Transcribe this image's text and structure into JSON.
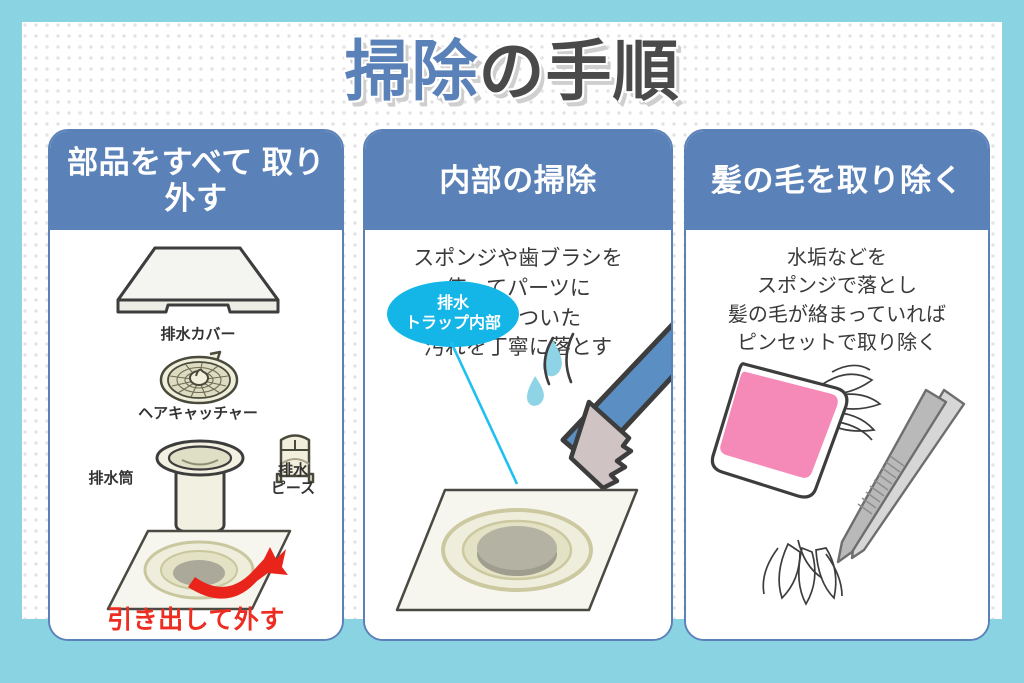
{
  "title": {
    "blue_part": "掃除",
    "gray_part": "の手順",
    "full": "掃除の手順"
  },
  "theme": {
    "border_blue": "#8ad3e3",
    "header_blue": "#5b82b8",
    "accent_red": "#ee2d22",
    "bubble_cyan": "#14b6e8",
    "sponge_pink": "#f589b8",
    "brush_blue": "#5b8fc4",
    "page_bg": "#ffffff"
  },
  "panels": [
    {
      "header": "部品をすべて\n取り外す",
      "labels": {
        "cover": "排水カバー",
        "catcher": "ヘアキャッチャー",
        "pipe": "排水筒",
        "piece": "排水\nピース",
        "pull_out": "引き出して外す"
      }
    },
    {
      "header": "内部の掃除",
      "body": "スポンジや歯ブラシを\n使ってパーツに\nこびりついた\n汚れを丁寧に落とす",
      "bubble": "排水\nトラップ内部"
    },
    {
      "header": "髪の毛を取り除く",
      "body": "水垢などを\nスポンジで落とし\n髪の毛が絡まっていれば\nピンセットで取り除く"
    }
  ]
}
